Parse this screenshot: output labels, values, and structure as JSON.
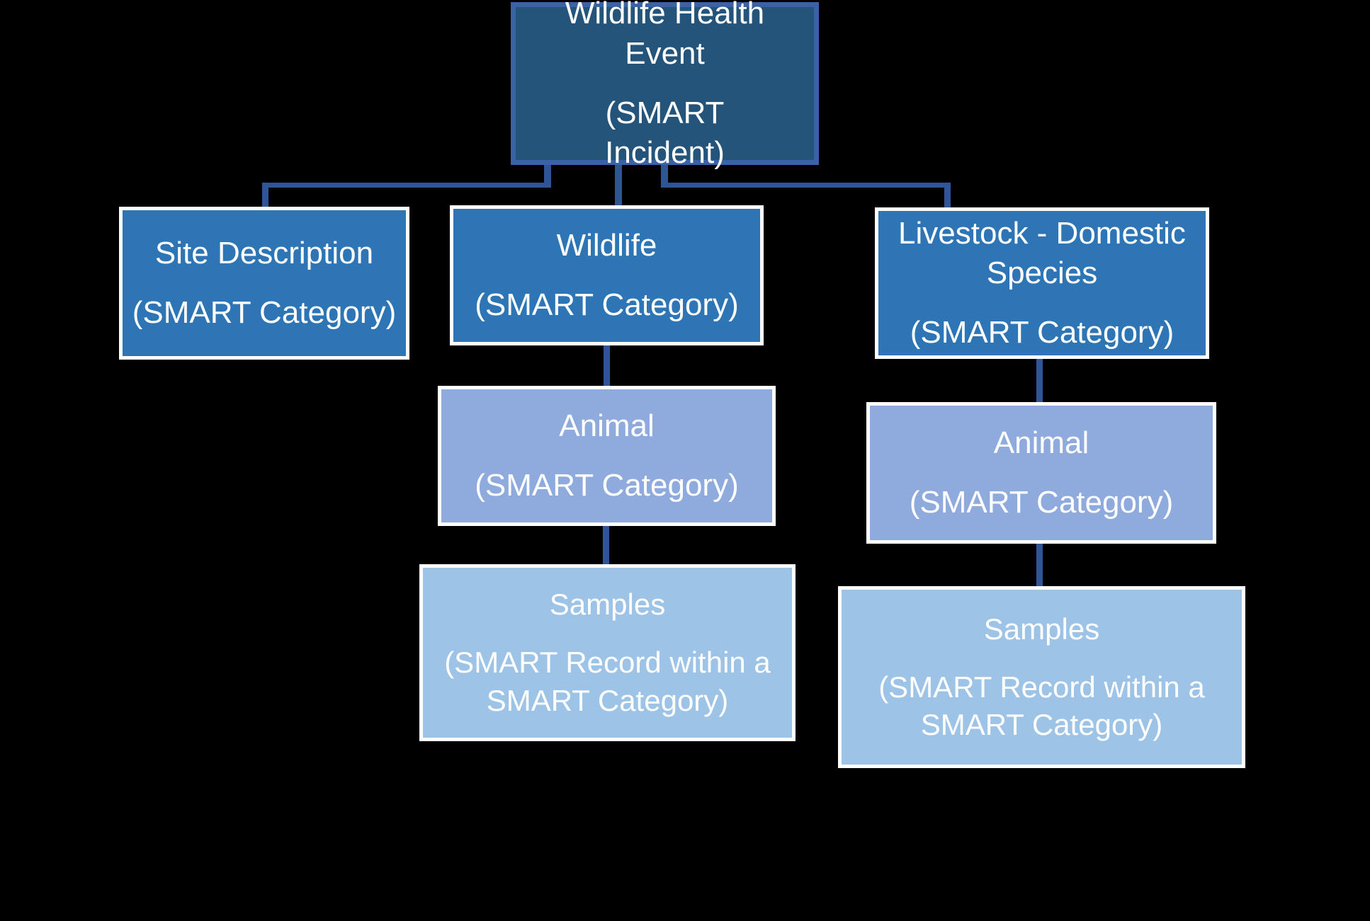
{
  "diagram": {
    "background": "#000000",
    "connector_color": "#2F5597",
    "text_color": "#FFFFFF",
    "nodes": {
      "event": {
        "title": "Wildlife Health Event",
        "subtitle": "(SMART  Incident)",
        "fill": "#24547A",
        "border": "#3A62A8"
      },
      "site": {
        "title": "Site Description",
        "subtitle": "(SMART Category)",
        "fill": "#2E75B6",
        "border": "#FFFFFF"
      },
      "wildlife": {
        "title": "Wildlife",
        "subtitle": "(SMART Category)",
        "fill": "#2E75B6",
        "border": "#FFFFFF"
      },
      "livestock": {
        "title": "Livestock - Domestic Species",
        "subtitle": "(SMART Category)",
        "fill": "#2E75B6",
        "border": "#FFFFFF"
      },
      "animal_wildlife": {
        "title": "Animal",
        "subtitle": "(SMART Category)",
        "fill": "#8FAADC",
        "border": "#FFFFFF"
      },
      "samples_wildlife": {
        "title": "Samples",
        "subtitle": "(SMART Record within a SMART Category)",
        "fill": "#9DC3E6",
        "border": "#FFFFFF"
      },
      "animal_livestock": {
        "title": "Animal",
        "subtitle": "(SMART Category)",
        "fill": "#8FAADC",
        "border": "#FFFFFF"
      },
      "samples_livestock": {
        "title": "Samples",
        "subtitle": "(SMART Record within a SMART Category)",
        "fill": "#9DC3E6",
        "border": "#FFFFFF"
      }
    }
  }
}
